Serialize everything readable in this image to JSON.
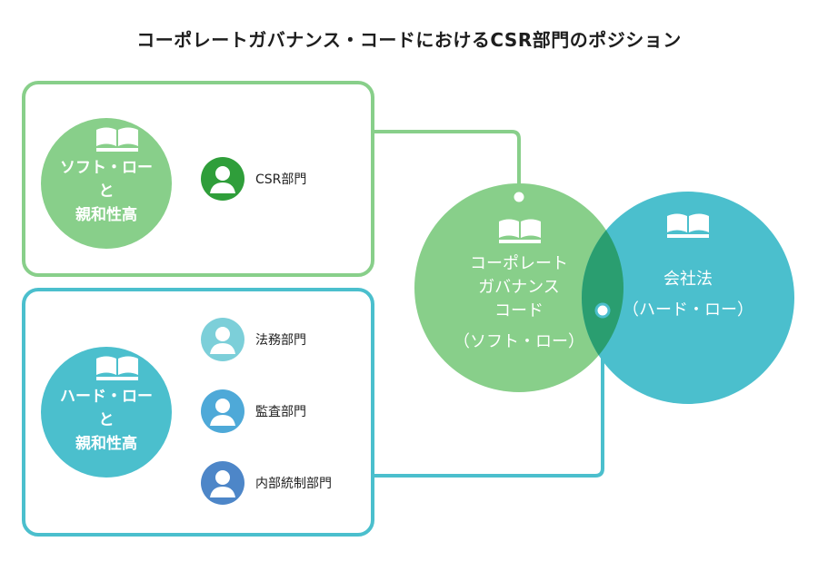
{
  "title": "コーポレートガバナンス・コードにおけるCSR部門のポジション",
  "colors": {
    "green": "#88cf8a",
    "green_dark": "#2f9e3a",
    "teal": "#4bbfcd",
    "teal_light": "#7ccfd9",
    "blue_mid": "#4ea9d8",
    "blue_dark": "#4d86c8",
    "overlap": "#2a9e70"
  },
  "soft_box": {
    "circle_lines": [
      "ソフト・ロー",
      "と",
      "親和性高"
    ],
    "roles": [
      {
        "label": "CSR部門",
        "avatar_color": "green_dark"
      }
    ]
  },
  "hard_box": {
    "circle_lines": [
      "ハード・ロー",
      "と",
      "親和性高"
    ],
    "roles": [
      {
        "label": "法務部門",
        "avatar_color": "teal_light"
      },
      {
        "label": "監査部門",
        "avatar_color": "blue_mid"
      },
      {
        "label": "内部統制部門",
        "avatar_color": "blue_dark"
      }
    ]
  },
  "venn": {
    "left_lines": [
      "コーポレート",
      "ガバナンス",
      "コード",
      "（ソフト・ロー）"
    ],
    "right_lines": [
      "会社法",
      "（ハード・ロー）"
    ]
  },
  "icons": [
    "book-icon",
    "person-icon"
  ]
}
